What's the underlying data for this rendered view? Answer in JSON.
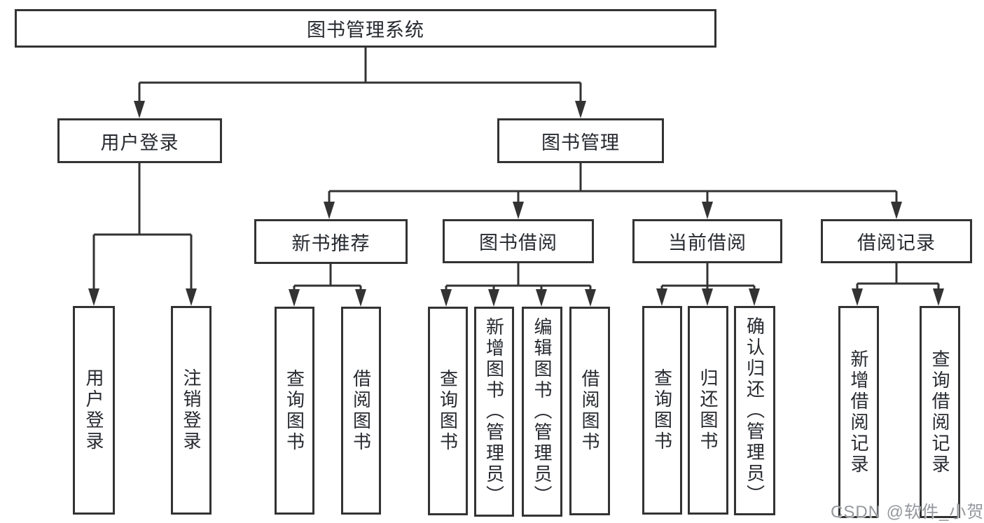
{
  "diagram": {
    "root": {
      "label": "图书管理系统"
    },
    "branches": {
      "user_login": {
        "label": "用户登录",
        "children": {
          "login": "用户登录",
          "logout": "注销登录"
        }
      },
      "book_mgmt": {
        "label": "图书管理",
        "children": {
          "new_book_rec": {
            "label": "新书推荐",
            "children": {
              "query_book": "查询图书",
              "borrow_book": "借阅图书"
            }
          },
          "book_borrow": {
            "label": "图书借阅",
            "children": {
              "query_book": "查询图书",
              "add_book_admin": "新增图书（管理员）",
              "edit_book_admin": "编辑图书（管理员）",
              "borrow_book": "借阅图书"
            }
          },
          "current_borrow": {
            "label": "当前借阅",
            "children": {
              "query_book": "查询图书",
              "return_book": "归还图书",
              "confirm_return_admin": "确认归还（管理员）"
            }
          },
          "borrow_records": {
            "label": "借阅记录",
            "children": {
              "add_record": "新增借阅记录",
              "query_record": "查询借阅记录"
            }
          }
        }
      }
    },
    "watermark": "CSDN @软件_小贺同学",
    "colors": {
      "line": "#333333",
      "text": "#26292e",
      "watermark": "#94979c",
      "bg": "#ffffff"
    }
  }
}
